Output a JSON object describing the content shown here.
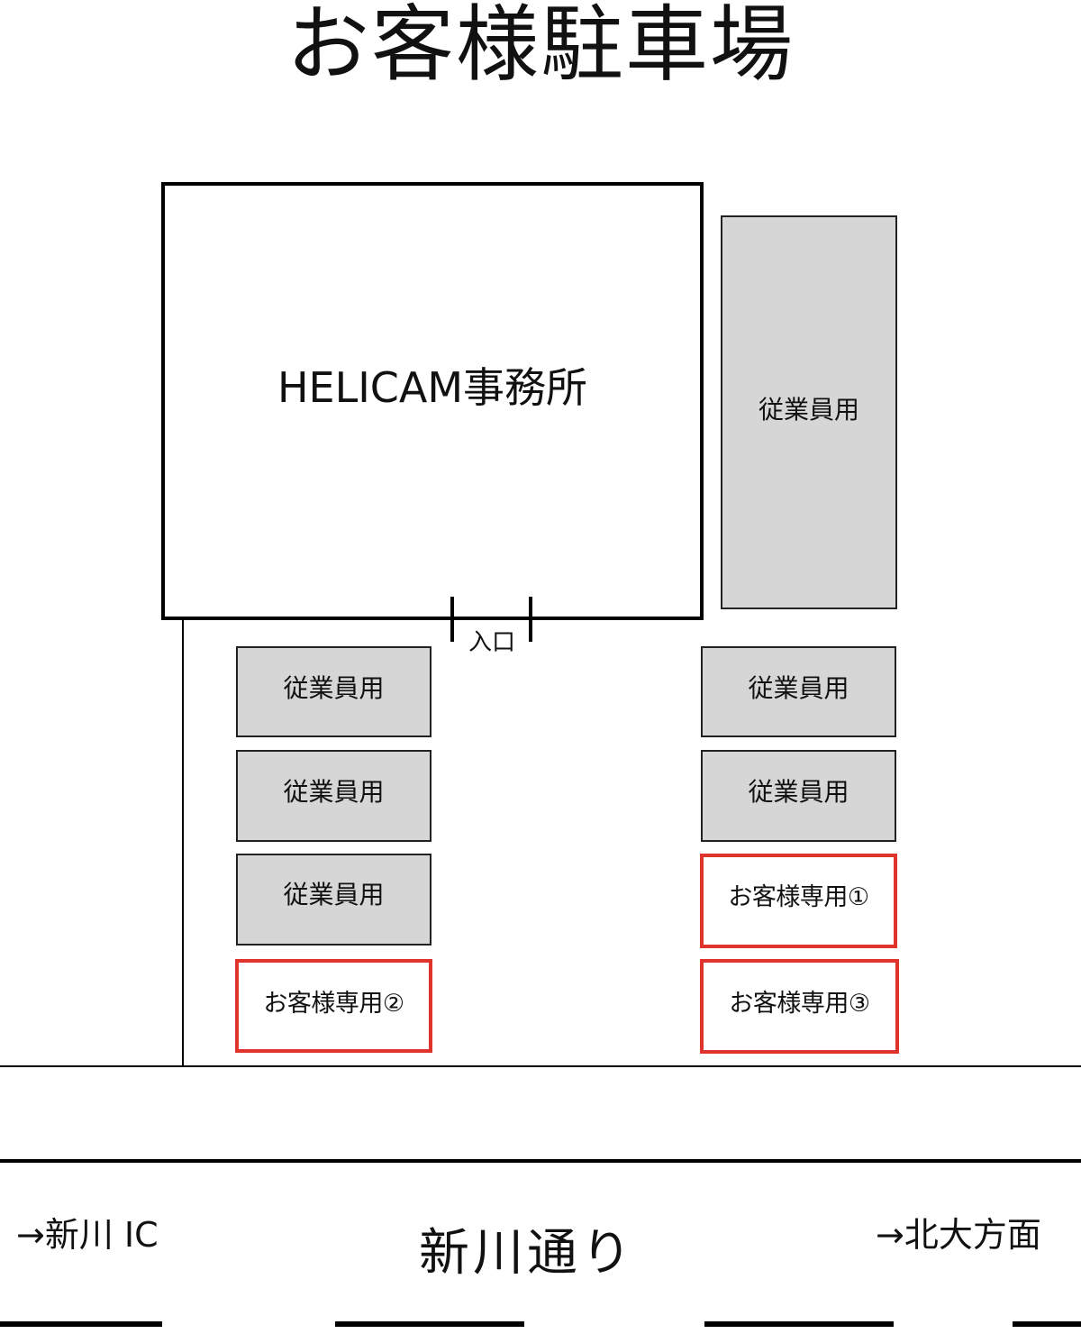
{
  "title": "お客様駐車場",
  "office": {
    "label": "HELICAM事務所"
  },
  "entrance": {
    "label": "入口"
  },
  "spots": {
    "staff_right_tall": "従業員用",
    "staff_left_1": "従業員用",
    "staff_left_2": "従業員用",
    "staff_left_3": "従業員用",
    "staff_right_1": "従業員用",
    "staff_right_2": "従業員用",
    "guest_1": "お客様専用①",
    "guest_2": "お客様専用②",
    "guest_3": "お客様専用③"
  },
  "road": {
    "name": "新川通り",
    "direction_left": "→新川 IC",
    "direction_right": "→北大方面"
  },
  "colors": {
    "staff_fill": "#d6d6d6",
    "guest_border": "#e0332b",
    "outline": "#000000"
  }
}
